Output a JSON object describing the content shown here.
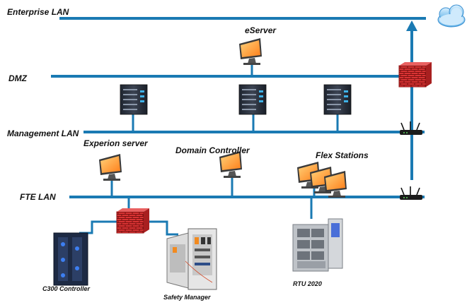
{
  "networks": {
    "enterprise": "Enterprise LAN",
    "dmz": "DMZ",
    "management": "Management LAN",
    "fte": "FTE LAN"
  },
  "devices": {
    "eserver": "eServer",
    "experion": "Experion server",
    "domain_controller": "Domain Controller",
    "flex": "Flex Stations",
    "c300": "C300  Controller",
    "safety": "Safety Manager",
    "rtu": "RTU 2020"
  },
  "colors": {
    "lan_line": "#1a7ab3",
    "firewall": "#cc2a2a",
    "monitor_screen": "#ff9a2e",
    "server_body": "#2d3340",
    "server_lights": "#3fb2e8",
    "cloud": "#7fc4ee"
  }
}
